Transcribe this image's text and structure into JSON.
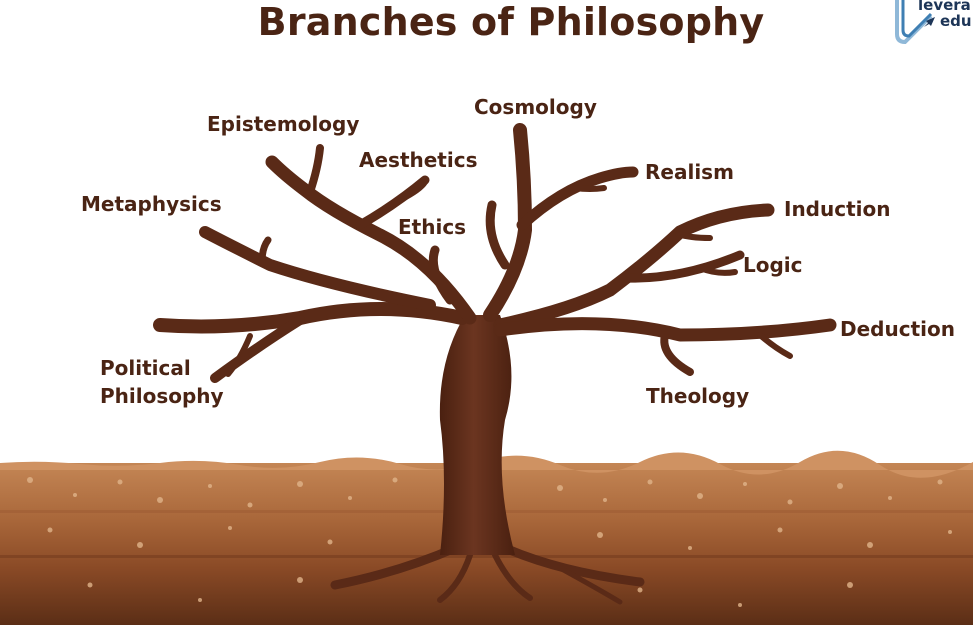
{
  "title": "Branches of Philosophy",
  "branches": [
    "Epistemology",
    "Cosmology",
    "Aesthetics",
    "Realism",
    "Metaphysics",
    "Ethics",
    "Induction",
    "Logic",
    "Political",
    "Philosophy",
    "Deduction",
    "Theology"
  ],
  "logo": {
    "line1": "levera",
    "line2": "edu"
  },
  "colors": {
    "text": "#4a2414",
    "trunk": "#5a2a17",
    "soil_top": "#b87a4d",
    "soil_bottom": "#5b2e16"
  }
}
